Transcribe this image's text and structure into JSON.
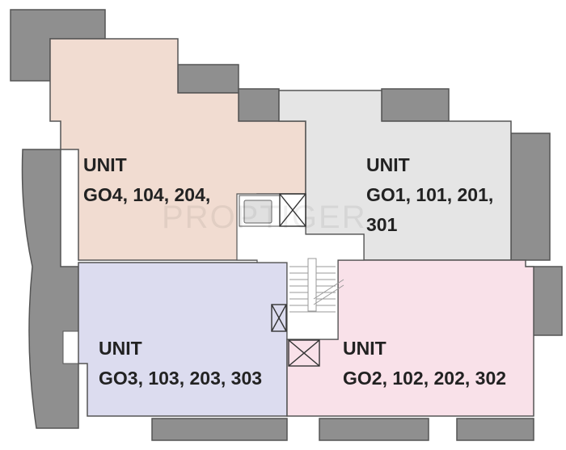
{
  "units": [
    {
      "id": "go4",
      "title": "UNIT",
      "numbers": "GO4, 104, 204,",
      "color": "#f1dcd1"
    },
    {
      "id": "go1",
      "title": "UNIT",
      "numbers_line1": "GO1, 101, 201,",
      "numbers_line2": "301",
      "color": "#e5e5e5"
    },
    {
      "id": "go3",
      "title": "UNIT",
      "numbers": "GO3, 103, 203, 303",
      "color": "#dcdcef"
    },
    {
      "id": "go2",
      "title": "UNIT",
      "numbers": "GO2, 102, 202, 302",
      "color": "#f9e1e9"
    }
  ],
  "watermark": "PROPTIGER",
  "colors": {
    "wall": "#8f8f8f",
    "core": "#ffffff"
  }
}
